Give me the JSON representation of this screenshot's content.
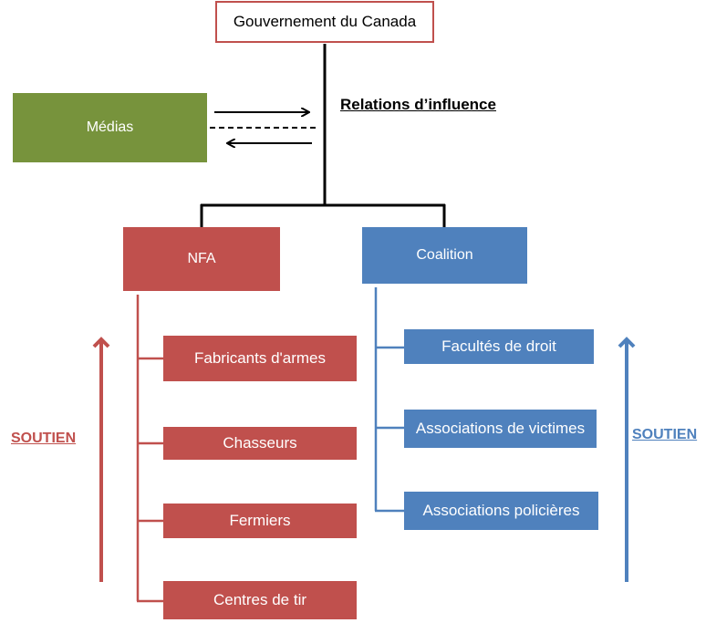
{
  "nodes": {
    "gov": "Gouvernement  du Canada",
    "medias": "Médias",
    "nfa": "NFA",
    "coalition": "Coalition"
  },
  "nfa_children": [
    "Fabricants d'armes",
    "Chasseurs",
    "Fermiers",
    "Centres de tir"
  ],
  "coalition_children": [
    "Facultés de droit",
    "Associations de victimes",
    "Associations policières"
  ],
  "labels": {
    "relations": "Relations d’influence",
    "soutien_left": "SOUTIEN",
    "soutien_right": "SOUTIEN"
  },
  "colors": {
    "nfa": "#c0504d",
    "coalition": "#4f81bd",
    "medias": "#77933c"
  }
}
